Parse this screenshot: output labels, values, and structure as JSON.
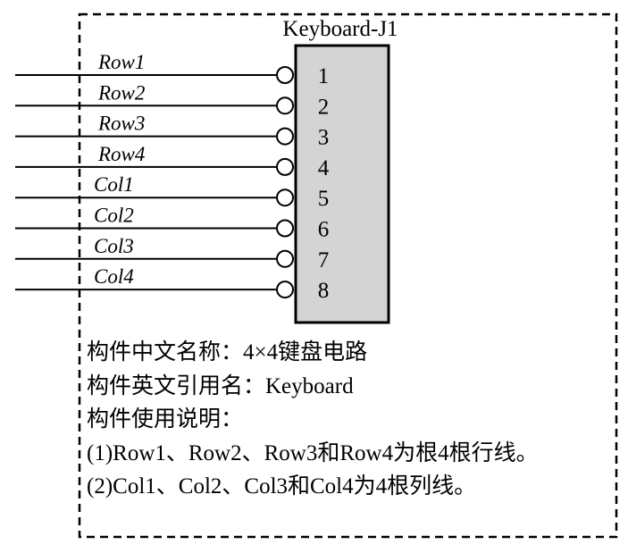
{
  "component": {
    "title": "Keyboard-J1",
    "body_color": "#d4d4d4",
    "pins": [
      {
        "number": "1",
        "label": "Row1"
      },
      {
        "number": "2",
        "label": "Row2"
      },
      {
        "number": "3",
        "label": "Row3"
      },
      {
        "number": "4",
        "label": "Row4"
      },
      {
        "number": "5",
        "label": "Col1"
      },
      {
        "number": "6",
        "label": "Col2"
      },
      {
        "number": "7",
        "label": "Col3"
      },
      {
        "number": "8",
        "label": "Col4"
      }
    ]
  },
  "description": {
    "chinese_name": "构件中文名称：4×4键盘电路",
    "english_name": "构件英文引用名：Keyboard",
    "usage_heading": "构件使用说明：",
    "usage_1": "(1)Row1、Row2、Row3和Row4为根4根行线。",
    "usage_2": "(2)Col1、Col2、Col3和Col4为4根列线。"
  }
}
